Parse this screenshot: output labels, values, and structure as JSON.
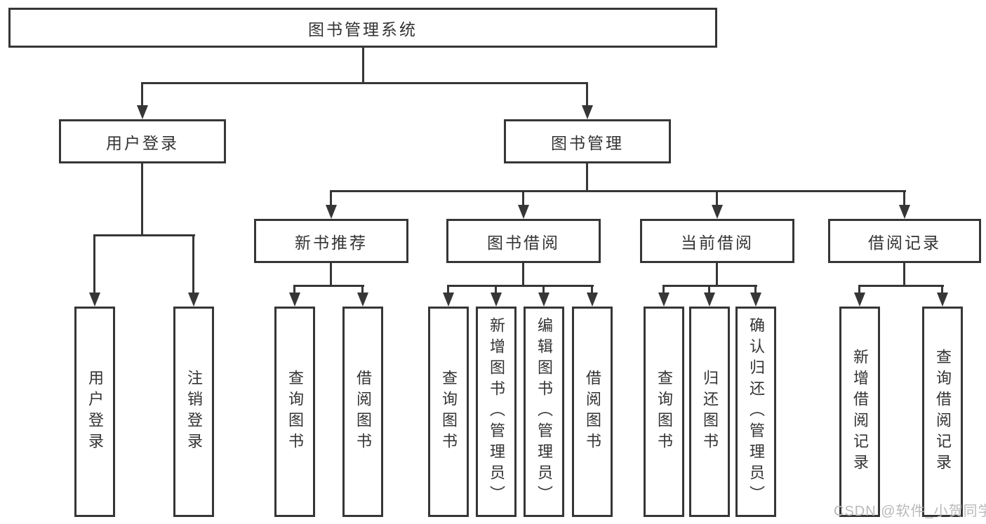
{
  "diagram_title": "图书管理系统",
  "tree": {
    "label": "图书管理系统",
    "children": [
      {
        "label": "用户登录",
        "children": [
          {
            "label": "用户登录"
          },
          {
            "label": "注销登录"
          }
        ]
      },
      {
        "label": "图书管理",
        "children": [
          {
            "label": "新书推荐",
            "children": [
              {
                "label": "查询图书"
              },
              {
                "label": "借阅图书"
              }
            ]
          },
          {
            "label": "图书借阅",
            "children": [
              {
                "label": "查询图书"
              },
              {
                "label": "新增图书（管理员）"
              },
              {
                "label": "编辑图书（管理员）"
              },
              {
                "label": "借阅图书"
              }
            ]
          },
          {
            "label": "当前借阅",
            "children": [
              {
                "label": "查询图书"
              },
              {
                "label": "归还图书"
              },
              {
                "label": "确认归还（管理员）"
              }
            ]
          },
          {
            "label": "借阅记录",
            "children": [
              {
                "label": "新增借阅记录"
              },
              {
                "label": "查询借阅记录"
              }
            ]
          }
        ]
      }
    ]
  },
  "watermark": {
    "label": "CSDN @软件_小贺同学"
  },
  "colors": {
    "line": "#363636",
    "box_border": "#363636",
    "box_fill": "#ffffff",
    "text": "#333333",
    "watermark_text": "#b9b9bb",
    "background": "#ffffff"
  }
}
